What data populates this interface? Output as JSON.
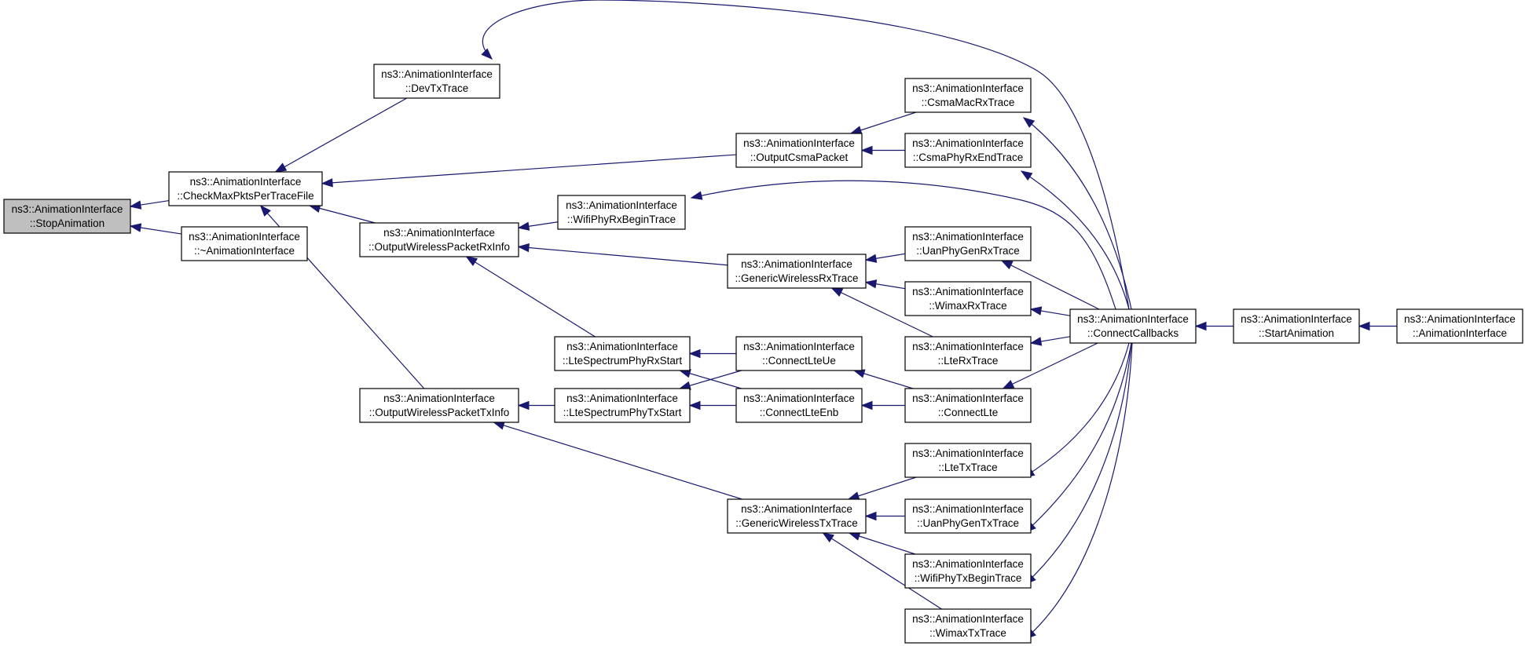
{
  "diagram": {
    "edge_color": "#191970",
    "root_fill": "#bfbfbf",
    "nodes": [
      {
        "id": "stop",
        "line1": "ns3::AnimationInterface",
        "line2": "::StopAnimation"
      },
      {
        "id": "checkmax",
        "line1": "ns3::AnimationInterface",
        "line2": "::CheckMaxPktsPerTraceFile"
      },
      {
        "id": "dtor",
        "line1": "ns3::AnimationInterface",
        "line2": "::~AnimationInterface"
      },
      {
        "id": "devtx",
        "line1": "ns3::AnimationInterface",
        "line2": "::DevTxTrace"
      },
      {
        "id": "outrx",
        "line1": "ns3::AnimationInterface",
        "line2": "::OutputWirelessPacketRxInfo"
      },
      {
        "id": "outtx",
        "line1": "ns3::AnimationInterface",
        "line2": "::OutputWirelessPacketTxInfo"
      },
      {
        "id": "outcsma",
        "line1": "ns3::AnimationInterface",
        "line2": "::OutputCsmaPacket"
      },
      {
        "id": "wifirxbegin",
        "line1": "ns3::AnimationInterface",
        "line2": "::WifiPhyRxBeginTrace"
      },
      {
        "id": "genrx",
        "line1": "ns3::AnimationInterface",
        "line2": "::GenericWirelessRxTrace"
      },
      {
        "id": "ltespecrx",
        "line1": "ns3::AnimationInterface",
        "line2": "::LteSpectrumPhyRxStart"
      },
      {
        "id": "ltespectx",
        "line1": "ns3::AnimationInterface",
        "line2": "::LteSpectrumPhyTxStart"
      },
      {
        "id": "gentx",
        "line1": "ns3::AnimationInterface",
        "line2": "::GenericWirelessTxTrace"
      },
      {
        "id": "connlteue",
        "line1": "ns3::AnimationInterface",
        "line2": "::ConnectLteUe"
      },
      {
        "id": "connlteenb",
        "line1": "ns3::AnimationInterface",
        "line2": "::ConnectLteEnb"
      },
      {
        "id": "csmamacrx",
        "line1": "ns3::AnimationInterface",
        "line2": "::CsmaMacRxTrace"
      },
      {
        "id": "csmaphyrxend",
        "line1": "ns3::AnimationInterface",
        "line2": "::CsmaPhyRxEndTrace"
      },
      {
        "id": "uanrx",
        "line1": "ns3::AnimationInterface",
        "line2": "::UanPhyGenRxTrace"
      },
      {
        "id": "wimaxrx",
        "line1": "ns3::AnimationInterface",
        "line2": "::WimaxRxTrace"
      },
      {
        "id": "lterx",
        "line1": "ns3::AnimationInterface",
        "line2": "::LteRxTrace"
      },
      {
        "id": "connlte",
        "line1": "ns3::AnimationInterface",
        "line2": "::ConnectLte"
      },
      {
        "id": "ltetx",
        "line1": "ns3::AnimationInterface",
        "line2": "::LteTxTrace"
      },
      {
        "id": "uantx",
        "line1": "ns3::AnimationInterface",
        "line2": "::UanPhyGenTxTrace"
      },
      {
        "id": "wifitxbegin",
        "line1": "ns3::AnimationInterface",
        "line2": "::WifiPhyTxBeginTrace"
      },
      {
        "id": "wimaxtx",
        "line1": "ns3::AnimationInterface",
        "line2": "::WimaxTxTrace"
      },
      {
        "id": "conncb",
        "line1": "ns3::AnimationInterface",
        "line2": "::ConnectCallbacks"
      },
      {
        "id": "startanim",
        "line1": "ns3::AnimationInterface",
        "line2": "::StartAnimation"
      },
      {
        "id": "ctor",
        "line1": "ns3::AnimationInterface",
        "line2": "::AnimationInterface"
      }
    ],
    "edges": [
      {
        "from": "checkmax",
        "to": "stop"
      },
      {
        "from": "dtor",
        "to": "stop"
      },
      {
        "from": "devtx",
        "to": "checkmax"
      },
      {
        "from": "outcsma",
        "to": "checkmax"
      },
      {
        "from": "outrx",
        "to": "checkmax"
      },
      {
        "from": "outtx",
        "to": "checkmax"
      },
      {
        "from": "conncb",
        "to": "devtx"
      },
      {
        "from": "csmamacrx",
        "to": "outcsma"
      },
      {
        "from": "csmaphyrxend",
        "to": "outcsma"
      },
      {
        "from": "wifirxbegin",
        "to": "outrx"
      },
      {
        "from": "genrx",
        "to": "outrx"
      },
      {
        "from": "ltespecrx",
        "to": "outrx"
      },
      {
        "from": "ltespectx",
        "to": "outtx"
      },
      {
        "from": "gentx",
        "to": "outtx"
      },
      {
        "from": "conncb",
        "to": "wifirxbegin"
      },
      {
        "from": "uanrx",
        "to": "genrx"
      },
      {
        "from": "wimaxrx",
        "to": "genrx"
      },
      {
        "from": "lterx",
        "to": "genrx"
      },
      {
        "from": "connlteue",
        "to": "ltespecrx"
      },
      {
        "from": "connlteenb",
        "to": "ltespecrx"
      },
      {
        "from": "connlteue",
        "to": "ltespectx"
      },
      {
        "from": "connlteenb",
        "to": "ltespectx"
      },
      {
        "from": "connlte",
        "to": "connlteue"
      },
      {
        "from": "connlte",
        "to": "connlteenb"
      },
      {
        "from": "ltetx",
        "to": "gentx"
      },
      {
        "from": "uantx",
        "to": "gentx"
      },
      {
        "from": "wifitxbegin",
        "to": "gentx"
      },
      {
        "from": "wimaxtx",
        "to": "gentx"
      },
      {
        "from": "conncb",
        "to": "csmamacrx"
      },
      {
        "from": "conncb",
        "to": "csmaphyrxend"
      },
      {
        "from": "conncb",
        "to": "uanrx"
      },
      {
        "from": "conncb",
        "to": "wimaxrx"
      },
      {
        "from": "conncb",
        "to": "lterx"
      },
      {
        "from": "conncb",
        "to": "connlte"
      },
      {
        "from": "conncb",
        "to": "ltetx"
      },
      {
        "from": "conncb",
        "to": "uantx"
      },
      {
        "from": "conncb",
        "to": "wifitxbegin"
      },
      {
        "from": "conncb",
        "to": "wimaxtx"
      },
      {
        "from": "startanim",
        "to": "conncb"
      },
      {
        "from": "ctor",
        "to": "startanim"
      }
    ]
  }
}
